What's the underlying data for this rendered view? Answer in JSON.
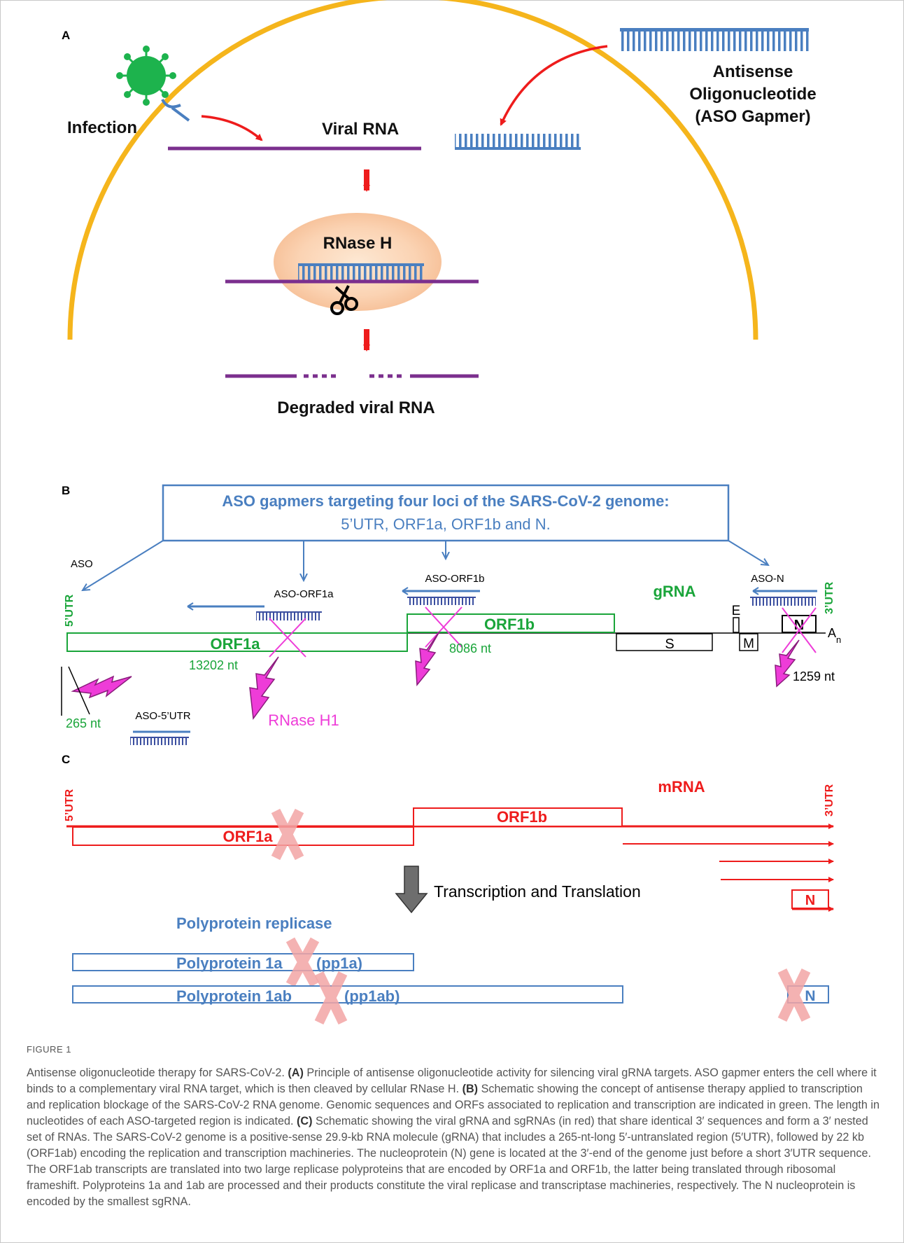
{
  "panelA": {
    "label": "A",
    "infection": "Infection",
    "viral_rna": "Viral RNA",
    "aso_line1": "Antisense",
    "aso_line2": "Oligonucleotide",
    "aso_line3": "(ASO Gapmer)",
    "rnase_h": "RNase H",
    "degraded": "Degraded viral RNA"
  },
  "panelB": {
    "label": "B",
    "box_line1": "ASO gapmers targeting four loci of the SARS-CoV-2 genome:",
    "box_line2": "5’UTR, ORF1a, ORF1b and N.",
    "aso": "ASO",
    "utr5": "5’UTR",
    "utr3": "3’UTR",
    "aso_orf1a": "ASO-ORF1a",
    "aso_orf1b": "ASO-ORF1b",
    "aso_n": "ASO-N",
    "grna": "gRNA",
    "orf1a": "ORF1a",
    "orf1b": "ORF1b",
    "s": "S",
    "e": "E",
    "m": "M",
    "n": "N",
    "an": "A",
    "an_sub": "n",
    "nt_orf1a": "13202 nt",
    "nt_orf1b": "8086 nt",
    "nt_n": "1259 nt",
    "nt_utr": "265 nt",
    "aso_5utr": "ASO-5’UTR",
    "rnase_h1": "RNase H1"
  },
  "panelC": {
    "label": "C",
    "utr5": "5’UTR",
    "utr3": "3’UTR",
    "mrna": "mRNA",
    "orf1a": "ORF1a",
    "orf1b": "ORF1b",
    "n": "N",
    "transcription": "Transcription and Translation",
    "polyprotein_replicase": "Polyprotein replicase",
    "pp1a": "Polyprotein 1a",
    "pp1a_abbr": "(pp1a)",
    "pp1ab": "Polyprotein 1ab",
    "pp1ab_abbr": "(pp1ab)",
    "n_protein": "N"
  },
  "caption": {
    "figure_label": "FIGURE 1",
    "s1": "Antisense oligonucleotide therapy for SARS-CoV-2. ",
    "tA": "(A)",
    "s2": " Principle of antisense oligonucleotide activity for silencing viral gRNA targets. ASO gapmer enters the cell where it binds to a complementary viral RNA target, which is then cleaved by cellular RNase H. ",
    "tB": "(B)",
    "s3": " Schematic showing the concept of antisense therapy applied to transcription and replication blockage of the SARS-CoV-2 RNA genome. Genomic sequences and ORFs associated to replication and transcription are indicated in green. The length in nucleotides of each ASO-targeted region is indicated. ",
    "tC": "(C)",
    "s4": " Schematic showing the viral gRNA and sgRNAs (in red) that share identical 3′ sequences and form a 3′ nested set of RNAs. The SARS-CoV-2 genome is a positive-sense 29.9-kb RNA molecule (gRNA) that includes a 265-nt-long 5′-untranslated region (5′UTR), followed by 22 kb (ORF1ab) encoding the replication and transcription machineries. The nucleoprotein (N) gene is located at the 3′-end of the genome just before a short 3′UTR sequence. The ORF1ab transcripts are translated into two large replicase polyproteins that are encoded by ORF1a and ORF1b, the latter being translated through ribosomal frameshift. Polyproteins 1a and 1ab are processed and their products constitute the viral replicase and transcriptase machineries, respectively. The N nucleoprotein is encoded by the smallest sgRNA."
  }
}
